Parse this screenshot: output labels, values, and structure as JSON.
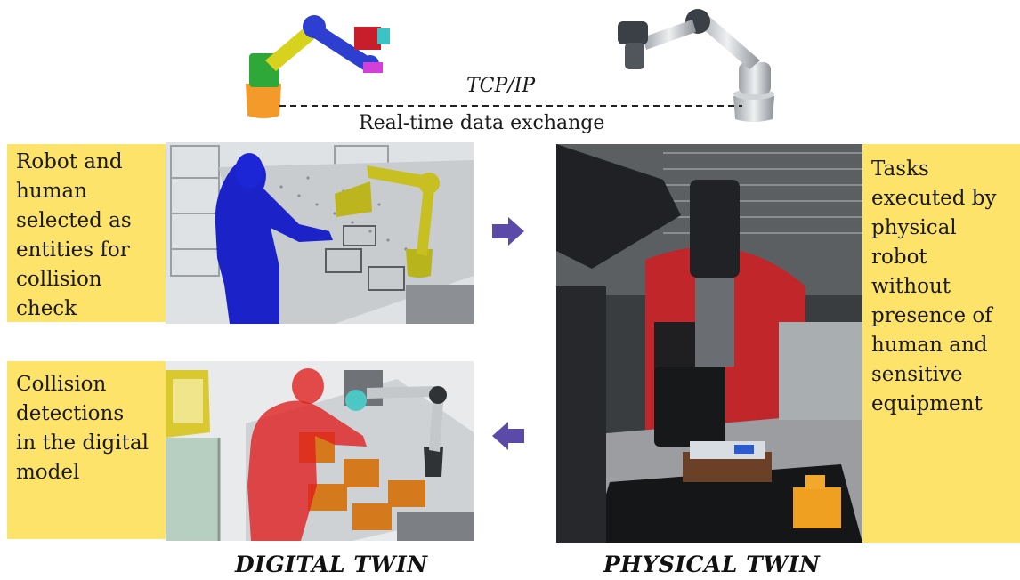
{
  "connection": {
    "protocol_label": "TCP/IP",
    "exchange_label": "Real-time data exchange"
  },
  "digital": {
    "note_top": "Robot and\nhuman\nselected as\nentities for\ncollision\ncheck",
    "note_bottom": "Collision\ndetections\nin the digital\nmodel",
    "caption": "DIGITAL TWIN"
  },
  "physical": {
    "note": "Tasks\nexecuted by\nphysical\nrobot\nwithout\npresence of\nhuman and\nsensitive\nequipment",
    "caption": "PHYSICAL TWIN"
  },
  "colors": {
    "note_fill": "#fde36a",
    "arrow": "#5b4aa8",
    "human_blue": "#1a22c8",
    "human_red": "#e02020",
    "robot_yellow": "#c8c020"
  }
}
